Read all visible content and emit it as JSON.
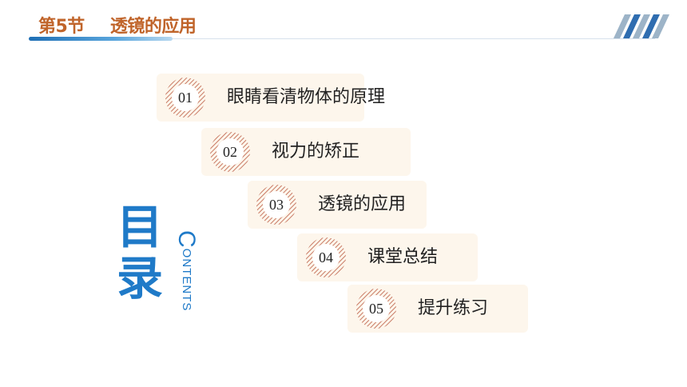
{
  "header": {
    "section": "第5节",
    "title": "透镜的应用"
  },
  "toc": {
    "title_char_1": "目",
    "title_char_2": "录",
    "contents_first": "C",
    "contents_rest": "ONTENTS"
  },
  "items": [
    {
      "num": "01",
      "label": "眼睛看清物体的原理"
    },
    {
      "num": "02",
      "label": "视力的矫正"
    },
    {
      "num": "03",
      "label": "透镜的应用"
    },
    {
      "num": "04",
      "label": "课堂总结"
    },
    {
      "num": "05",
      "label": "提升练习"
    }
  ],
  "colors": {
    "accent_blue": "#1f7ac8",
    "accent_orange": "#c0642a",
    "badge_ring": "#c97a64",
    "item_bg": "#fdf6ec"
  }
}
